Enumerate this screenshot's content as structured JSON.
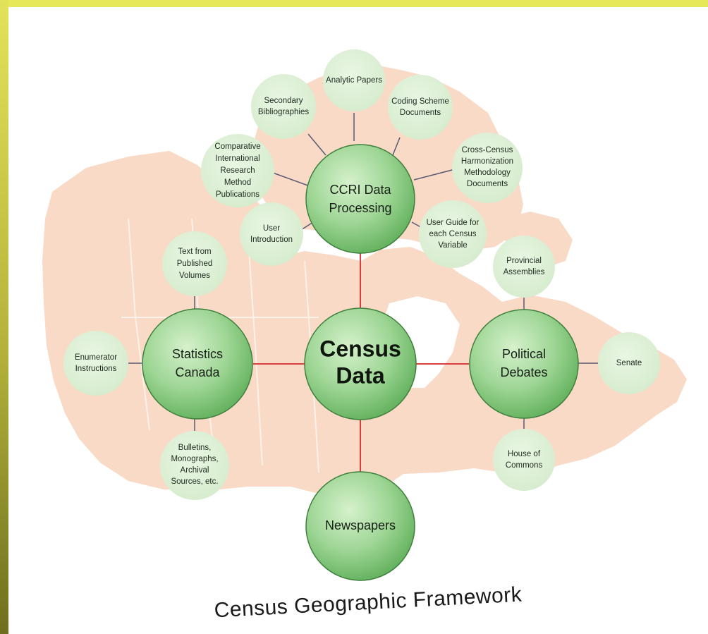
{
  "core": {
    "line1": "Census",
    "line2": "Data"
  },
  "hubs": {
    "ccri": {
      "line1": "CCRI Data",
      "line2": "Processing"
    },
    "statcan": {
      "line1": "Statistics",
      "line2": "Canada"
    },
    "political": {
      "line1": "Political",
      "line2": "Debates"
    },
    "newspapers": {
      "line1": "Newspapers"
    }
  },
  "satellites": {
    "analytic_papers": {
      "lines": [
        "Analytic Papers"
      ]
    },
    "coding_scheme": {
      "lines": [
        "Coding Scheme",
        "Documents"
      ]
    },
    "secondary_biblio": {
      "lines": [
        "Secondary",
        "Bibliographies"
      ]
    },
    "comparative": {
      "lines": [
        "Comparative",
        "International",
        "Research",
        "Method",
        "Publications"
      ]
    },
    "cross_census": {
      "lines": [
        "Cross-Census",
        "Harmonization",
        "Methodology",
        "Documents"
      ]
    },
    "user_intro": {
      "lines": [
        "User",
        "Introduction"
      ]
    },
    "user_guide": {
      "lines": [
        "User Guide for",
        "each Census",
        "Variable"
      ]
    },
    "text_published": {
      "lines": [
        "Text from",
        "Published",
        "Volumes"
      ]
    },
    "enumerator": {
      "lines": [
        "Enumerator",
        "Instructions"
      ]
    },
    "bulletins": {
      "lines": [
        "Bulletins,",
        "Monographs,",
        "Archival",
        "Sources, etc."
      ]
    },
    "provincial": {
      "lines": [
        "Provincial",
        "Assemblies"
      ]
    },
    "senate": {
      "lines": [
        "Senate"
      ]
    },
    "house": {
      "lines": [
        "House of",
        "Commons"
      ]
    }
  },
  "caption": "Census Geographic Framework",
  "colors": {
    "frame": "#e6e85a",
    "map_fill": "#f8dac6",
    "map_border": "#fdf1e8",
    "node_green_light": "#c8ebbc",
    "node_green_dark": "#6ab864",
    "node_stroke": "#3f7f3c",
    "satellite_fill": "#dcefd4",
    "red_connector": "#d84040",
    "gray_connector": "#5a5a70"
  },
  "icons": [
    "canada-map-background"
  ]
}
